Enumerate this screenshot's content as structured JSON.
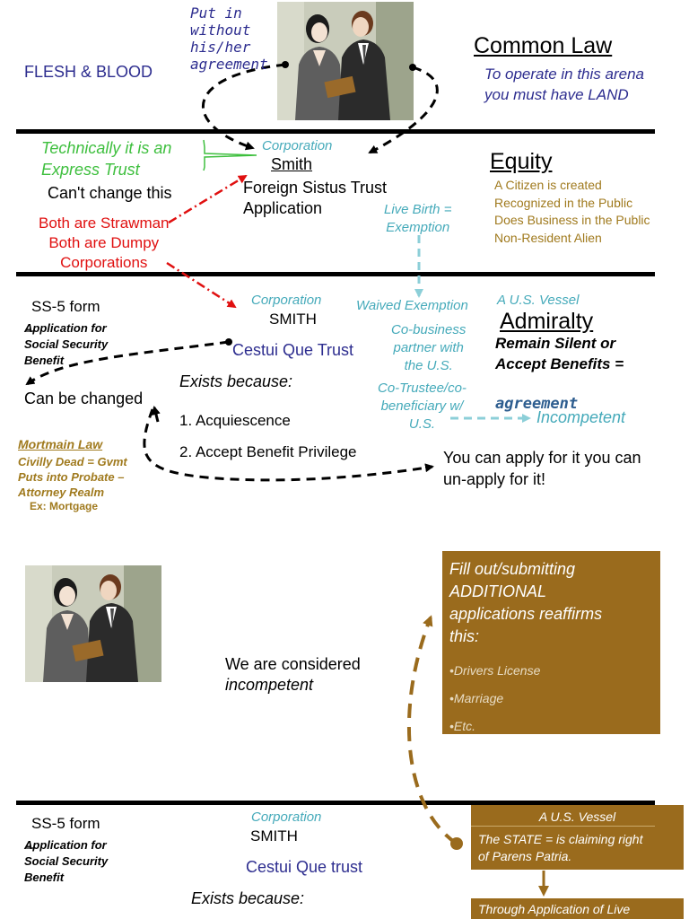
{
  "sec1": {
    "flesh_blood": "FLESH & BLOOD",
    "put_in_l1": "Put in",
    "put_in_l2": "without",
    "put_in_l3": "his/her",
    "put_in_l4": "agreement",
    "common_law": "Common Law",
    "arena_l1": "To operate in this arena",
    "arena_l2": "you must have LAND"
  },
  "sec2": {
    "express_l1": "Technically it is an",
    "express_l2": "Express Trust",
    "cant_change": "Can't change this",
    "strawman_l1": "Both are Strawman",
    "strawman_l2": "Both are Dumpy",
    "strawman_l3": "Corporations",
    "corporation": "Corporation",
    "smith": "Smith",
    "foreign_l1": "Foreign Sistus Trust",
    "foreign_l2": "Application",
    "live_birth_l1": "Live Birth =",
    "live_birth_l2": "Exemption",
    "equity": "Equity",
    "equity_items": [
      "A Citizen is created",
      "Recognized in the Public",
      "Does Business in the Public",
      "Non-Resident Alien"
    ]
  },
  "sec3": {
    "ss5": "SS-5 form",
    "app_l1": "Application for",
    "app_l2": "Social Security",
    "app_l3": "Benefit",
    "can_be_changed": "Can be changed",
    "mortmain": "Mortmain Law",
    "civilly_l1": "Civilly Dead = Gvmt",
    "civilly_l2": "Puts into Probate –",
    "civilly_l3": "Attorney Realm",
    "ex_mortgage": "Ex: Mortgage",
    "corporation": "Corporation",
    "smith": "SMITH",
    "cestui": "Cestui Que Trust",
    "exists": "Exists because:",
    "exists_items": [
      "1.  Acquiescence",
      "2.  Accept Benefit Privilege"
    ],
    "waived": "Waived Exemption",
    "cobiz_l1": "Co-business",
    "cobiz_l2": "partner with",
    "cobiz_l3": "the U.S.",
    "cotrustee_l1": "Co-Trustee/co-",
    "cotrustee_l2": "beneficiary w/",
    "cotrustee_l3": "U.S.",
    "vessel": "A U.S. Vessel",
    "admiralty": "Admiralty",
    "silent_l1": "Remain Silent or",
    "silent_l2": "Accept Benefits =",
    "agreement": "agreement",
    "incompetent": "Incompetent",
    "apply_l1": "You can apply for it you can",
    "apply_l2": "un-apply for it!"
  },
  "sec4": {
    "considered_l1": "We are considered",
    "considered_l2": "incompetent",
    "box_l1": "Fill out/submitting",
    "box_l2": "ADDITIONAL",
    "box_l3": "applications reaffirms",
    "box_l4": "this:",
    "bullets": [
      "•Drivers License",
      "•Marriage",
      "•Etc."
    ]
  },
  "sec5": {
    "ss5": "SS-5 form",
    "app_l1": "Application for",
    "app_l2": "Social Security",
    "app_l3": "Benefit",
    "corporation": "Corporation",
    "smith": "SMITH",
    "cestui": "Cestui Que trust",
    "exists": "Exists because:",
    "vessel": "A U.S. Vessel",
    "state_l1": "The STATE = is claiming right",
    "state_l2": "of Parens Patria.",
    "through": "Through Application of Live"
  },
  "colors": {
    "navy": "#2d2d8f",
    "teal": "#45aaba",
    "gold": "#a07a1e",
    "green": "#3ebf3e",
    "red": "#e01010",
    "brown_box": "#9a6b1d"
  }
}
